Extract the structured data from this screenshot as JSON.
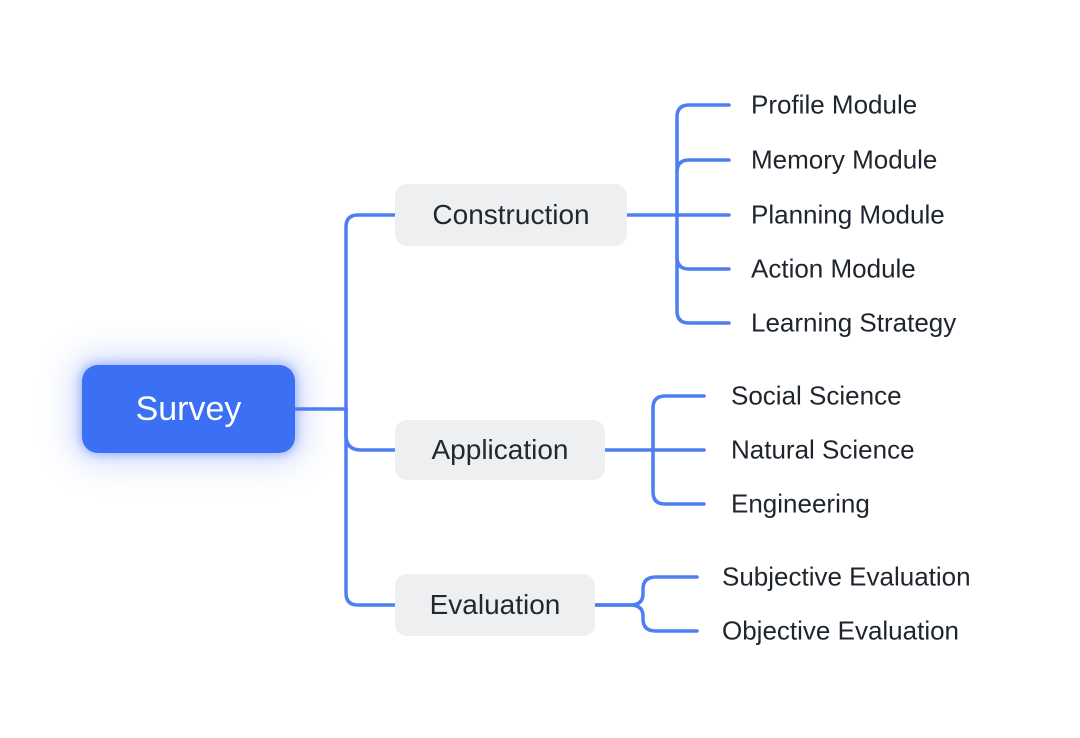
{
  "colors": {
    "background": "#FFFFFF",
    "connector": "#4D7EF2",
    "root_fill": "#3B70F4",
    "root_text": "#FFFFFF",
    "branch_fill": "#EEEFF1",
    "branch_text": "#222831",
    "leaf_text": "#1F252D"
  },
  "mindmap": {
    "root": {
      "label": "Survey"
    },
    "branches": [
      {
        "label": "Construction",
        "children": [
          "Profile Module",
          "Memory Module",
          "Planning Module",
          "Action Module",
          "Learning Strategy"
        ]
      },
      {
        "label": "Application",
        "children": [
          "Social Science",
          "Natural Science",
          "Engineering"
        ]
      },
      {
        "label": "Evaluation",
        "children": [
          "Subjective Evaluation",
          "Objective Evaluation"
        ]
      }
    ]
  }
}
